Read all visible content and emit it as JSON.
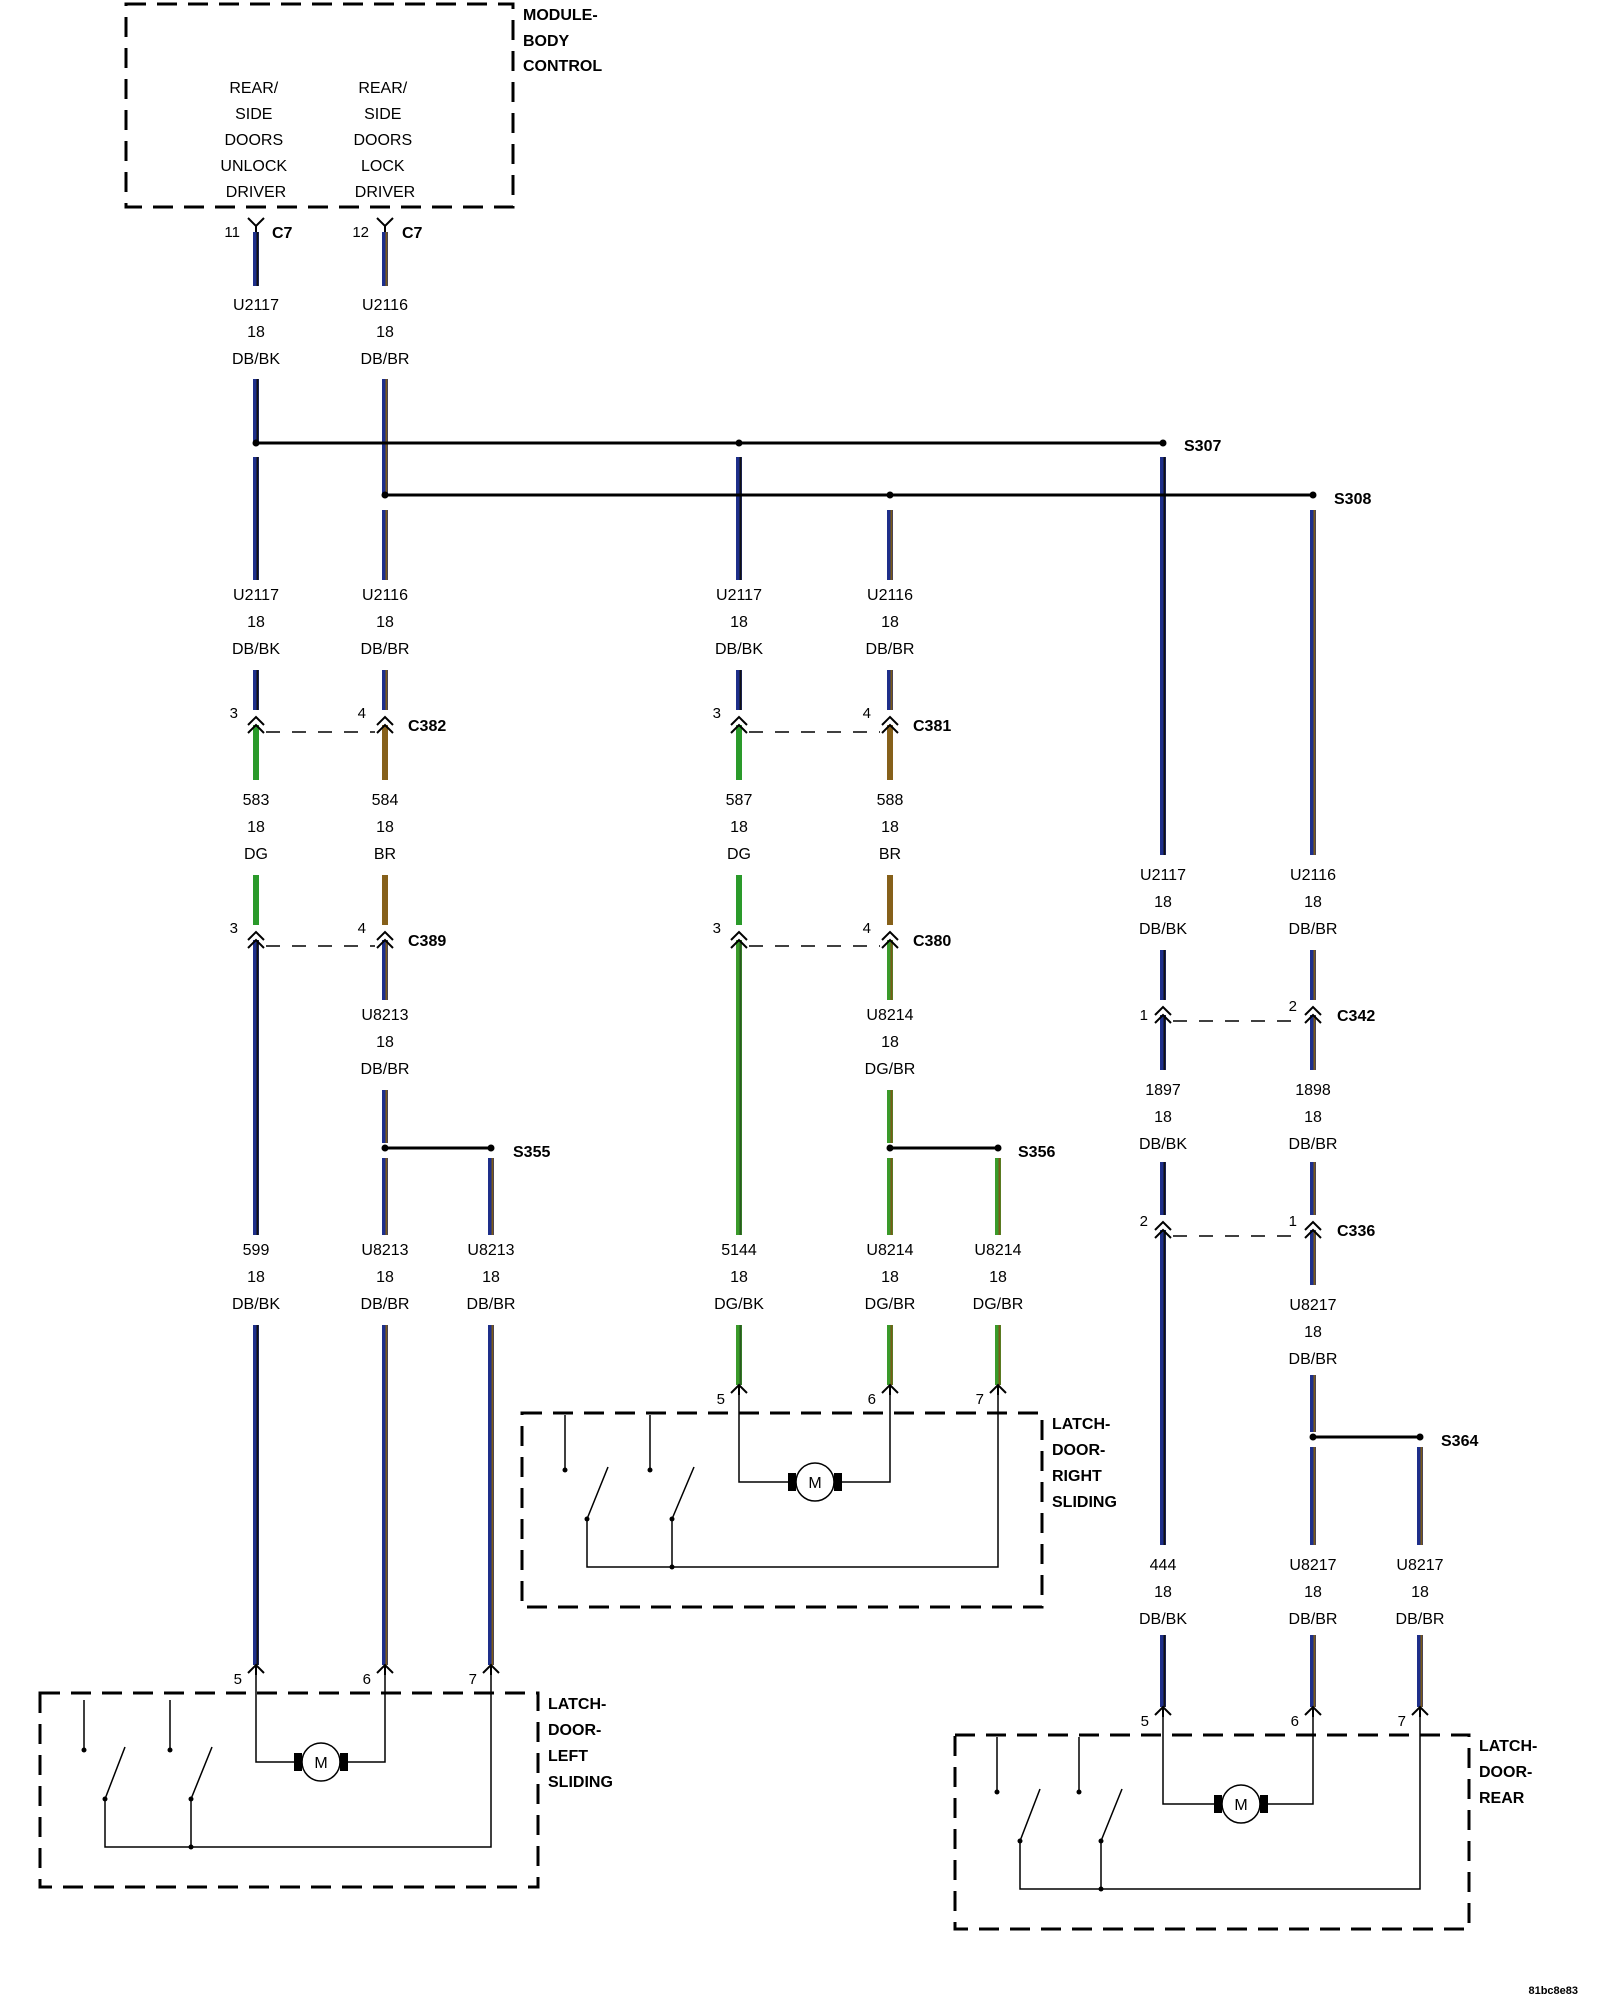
{
  "colors": {
    "DB/BK": [
      "#1e2f8a",
      "#111111"
    ],
    "DB/BR": [
      "#1e2f8a",
      "#7a5a18"
    ],
    "DG": [
      "#2a9a2a"
    ],
    "BR": [
      "#86601a"
    ],
    "DG/BK": [
      "#3a9a2a",
      "#2b5a20"
    ],
    "DG/BR": [
      "#3a9a2a",
      "#7a5a18"
    ]
  },
  "modules": {
    "bcm": {
      "title": [
        "MODULE-",
        "BODY",
        "CONTROL"
      ],
      "unlock_driver": [
        "REAR/",
        "SIDE",
        "DOORS",
        "UNLOCK",
        "DRIVER"
      ],
      "lock_driver": [
        "REAR/",
        "SIDE",
        "DOORS",
        "LOCK",
        "DRIVER"
      ]
    },
    "latch_left": {
      "title": [
        "LATCH-",
        "DOOR-",
        "LEFT",
        "SLIDING"
      ],
      "motor": "M"
    },
    "latch_right": {
      "title": [
        "LATCH-",
        "DOOR-",
        "RIGHT",
        "SLIDING"
      ],
      "motor": "M"
    },
    "latch_rear": {
      "title": [
        "LATCH-",
        "DOOR-",
        "REAR"
      ],
      "motor": "M"
    }
  },
  "connectors": {
    "c7_a": {
      "name": "C7",
      "pin": "11"
    },
    "c7_b": {
      "name": "C7",
      "pin": "12"
    },
    "c382": {
      "name": "C382",
      "pins": [
        "3",
        "4"
      ]
    },
    "c389": {
      "name": "C389",
      "pins": [
        "3",
        "4"
      ]
    },
    "c381": {
      "name": "C381",
      "pins": [
        "3",
        "4"
      ]
    },
    "c380": {
      "name": "C380",
      "pins": [
        "3",
        "4"
      ]
    },
    "c342": {
      "name": "C342",
      "pins": [
        "1",
        "2"
      ]
    },
    "c336": {
      "name": "C336",
      "pins": [
        "2",
        "1"
      ]
    },
    "latch_left_pins": [
      "5",
      "6",
      "7"
    ],
    "latch_right_pins": [
      "5",
      "6",
      "7"
    ],
    "latch_rear_pins": [
      "5",
      "6",
      "7"
    ]
  },
  "splices": {
    "s307": "S307",
    "s308": "S308",
    "s355": "S355",
    "s356": "S356",
    "s364": "S364"
  },
  "wires": {
    "w1": [
      "U2117",
      "18",
      "DB/BK"
    ],
    "w2": [
      "U2116",
      "18",
      "DB/BR"
    ],
    "w3": [
      "U2117",
      "18",
      "DB/BK"
    ],
    "w4": [
      "U2116",
      "18",
      "DB/BR"
    ],
    "w5": [
      "583",
      "18",
      "DG"
    ],
    "w6": [
      "584",
      "18",
      "BR"
    ],
    "w7": [
      "U8213",
      "18",
      "DB/BR"
    ],
    "w8": [
      "599",
      "18",
      "DB/BK"
    ],
    "w9": [
      "U8213",
      "18",
      "DB/BR"
    ],
    "w10": [
      "U8213",
      "18",
      "DB/BR"
    ],
    "w11": [
      "U2117",
      "18",
      "DB/BK"
    ],
    "w12": [
      "U2116",
      "18",
      "DB/BR"
    ],
    "w13": [
      "587",
      "18",
      "DG"
    ],
    "w14": [
      "588",
      "18",
      "BR"
    ],
    "w15": [
      "U8214",
      "18",
      "DG/BR"
    ],
    "w16": [
      "5144",
      "18",
      "DG/BK"
    ],
    "w17": [
      "U8214",
      "18",
      "DG/BR"
    ],
    "w18": [
      "U8214",
      "18",
      "DG/BR"
    ],
    "w19": [
      "U2117",
      "18",
      "DB/BK"
    ],
    "w20": [
      "U2116",
      "18",
      "DB/BR"
    ],
    "w21": [
      "1897",
      "18",
      "DB/BK"
    ],
    "w22": [
      "1898",
      "18",
      "DB/BR"
    ],
    "w23": [
      "U8217",
      "18",
      "DB/BR"
    ],
    "w24": [
      "444",
      "18",
      "DB/BK"
    ],
    "w25": [
      "U8217",
      "18",
      "DB/BR"
    ],
    "w26": [
      "U8217",
      "18",
      "DB/BR"
    ]
  },
  "footer": {
    "id": "81bc8e83"
  }
}
